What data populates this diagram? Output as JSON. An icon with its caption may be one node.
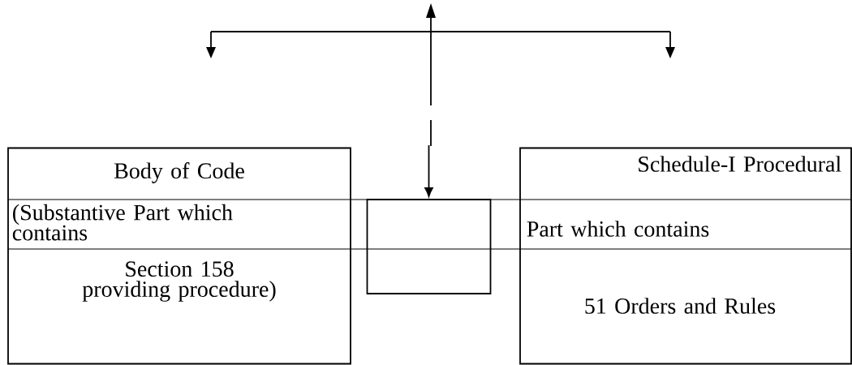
{
  "diagram": {
    "nodes": [
      {
        "text": [
          "Body of Code",
          "(Substantive Part which contains",
          "Section 158 providing procedure)"
        ]
      },
      {
        "text": [],
        "shape": "box"
      },
      {
        "text": [
          "Schedule-I Procedural",
          "Part which contains",
          "51 Orders and Rules"
        ]
      }
    ],
    "edges": [
      {
        "from": null,
        "to": 1,
        "arrow": "to"
      }
    ]
  }
}
